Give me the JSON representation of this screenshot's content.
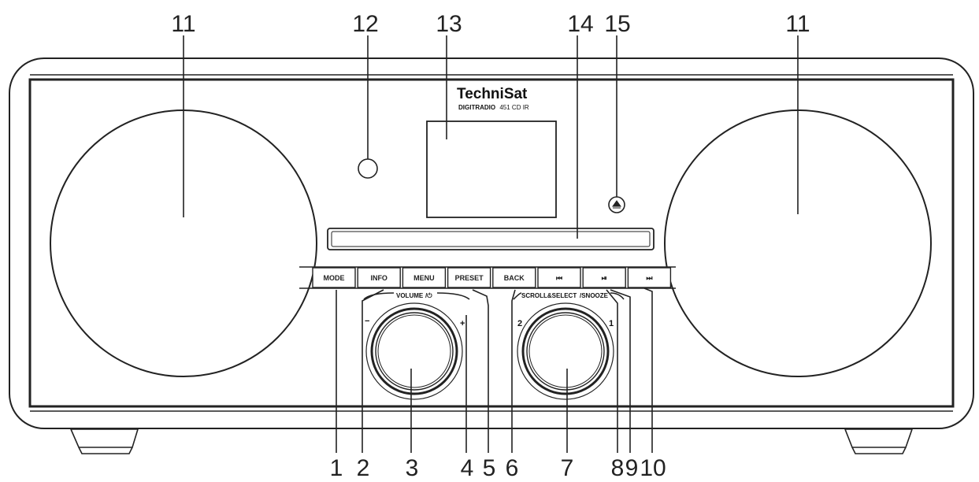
{
  "device": {
    "brand": "TechniSat",
    "model_bold": "DIGITRADIO",
    "model_rest": "451 CD IR"
  },
  "buttons": [
    {
      "label": "MODE"
    },
    {
      "label": "INFO"
    },
    {
      "label": "MENU"
    },
    {
      "label": "PRESET"
    },
    {
      "label": "BACK"
    },
    {
      "label": "⏮"
    },
    {
      "label": "⏯"
    },
    {
      "label": "⏭"
    }
  ],
  "knobs": {
    "volume": {
      "label": "VOLUME",
      "power": "/⏻",
      "minus": "−",
      "plus": "+"
    },
    "scroll": {
      "label": "SCROLL&SELECT",
      "snooze": "/SNOOZE",
      "left": "2",
      "right": "1"
    }
  },
  "callouts": {
    "c11a": "11",
    "c12": "12",
    "c13": "13",
    "c14": "14",
    "c15": "15",
    "c11b": "11",
    "c1": "1",
    "c2": "2",
    "c3": "3",
    "c4": "4",
    "c5": "5",
    "c6": "6",
    "c7": "7",
    "c8": "8",
    "c9": "9",
    "c10": "10"
  },
  "colors": {
    "outline": "#222222",
    "power_icon": "#cc3333"
  }
}
